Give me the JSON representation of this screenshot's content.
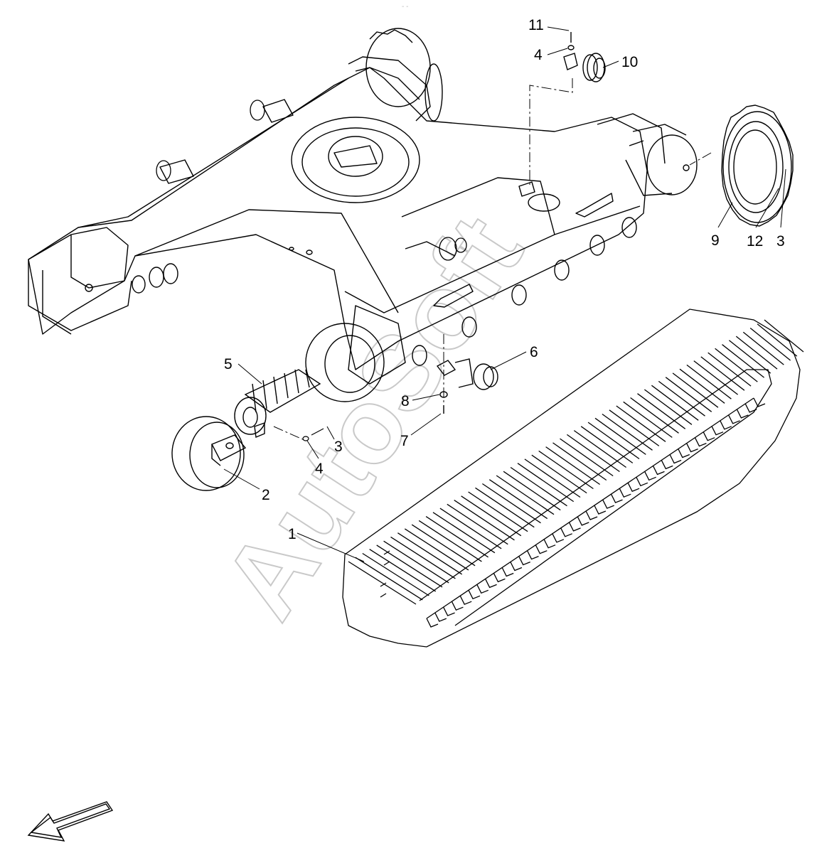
{
  "diagram": {
    "top_mark": "- -",
    "watermark": "AutoSoft",
    "callouts": [
      "11",
      "4",
      "10",
      "9",
      "12",
      "3",
      "5",
      "6",
      "8",
      "7",
      "3",
      "4",
      "2",
      "1"
    ]
  },
  "colors": {
    "line": "#000000",
    "watermark": "#c9c9c9",
    "background": "#ffffff"
  },
  "icons": {
    "direction": "direction-arrow-icon"
  }
}
